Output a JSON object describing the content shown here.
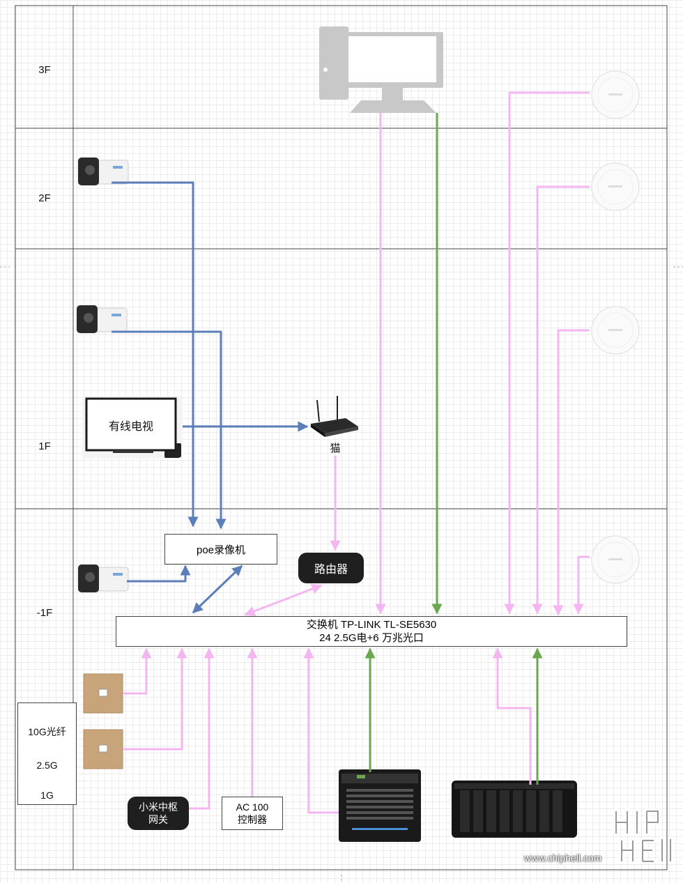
{
  "floors": {
    "f3": "3F",
    "f2": "2F",
    "f1": "1F",
    "b1": "-1F"
  },
  "devices": {
    "tv_label": "有线电视",
    "modem_label": "猫",
    "nvr_label": "poe录像机",
    "router_label": "路由器",
    "switch_line1": "交换机 TP-LINK TL-SE5630",
    "switch_line2": "24 2.5G电+6 万兆光口",
    "hub_line1": "小米中枢",
    "hub_line2": "网关",
    "ac_line1": "AC 100",
    "ac_line2": "控制器"
  },
  "legend": {
    "fiber_10g": "10G光纤",
    "copper_25g": "2.5G",
    "copper_1g": "1G"
  },
  "colors": {
    "link_10g": "#6aa84f",
    "link_25g": "#f4b6f0",
    "link_1g": "#5b7db8",
    "device_gray": "#c8c8c8",
    "device_dark": "#1f1f1f",
    "faceplate_gold": "#c8a47a"
  },
  "icons": [
    "desktop-pc-icon",
    "ceiling-ap-icon",
    "bullet-camera-icon",
    "tv-icon",
    "wifi-modem-icon",
    "wall-panel-icon",
    "tower-server-icon",
    "nas-icon"
  ],
  "watermark": {
    "logo": "chip hell",
    "url": "www.chiphell.com"
  }
}
